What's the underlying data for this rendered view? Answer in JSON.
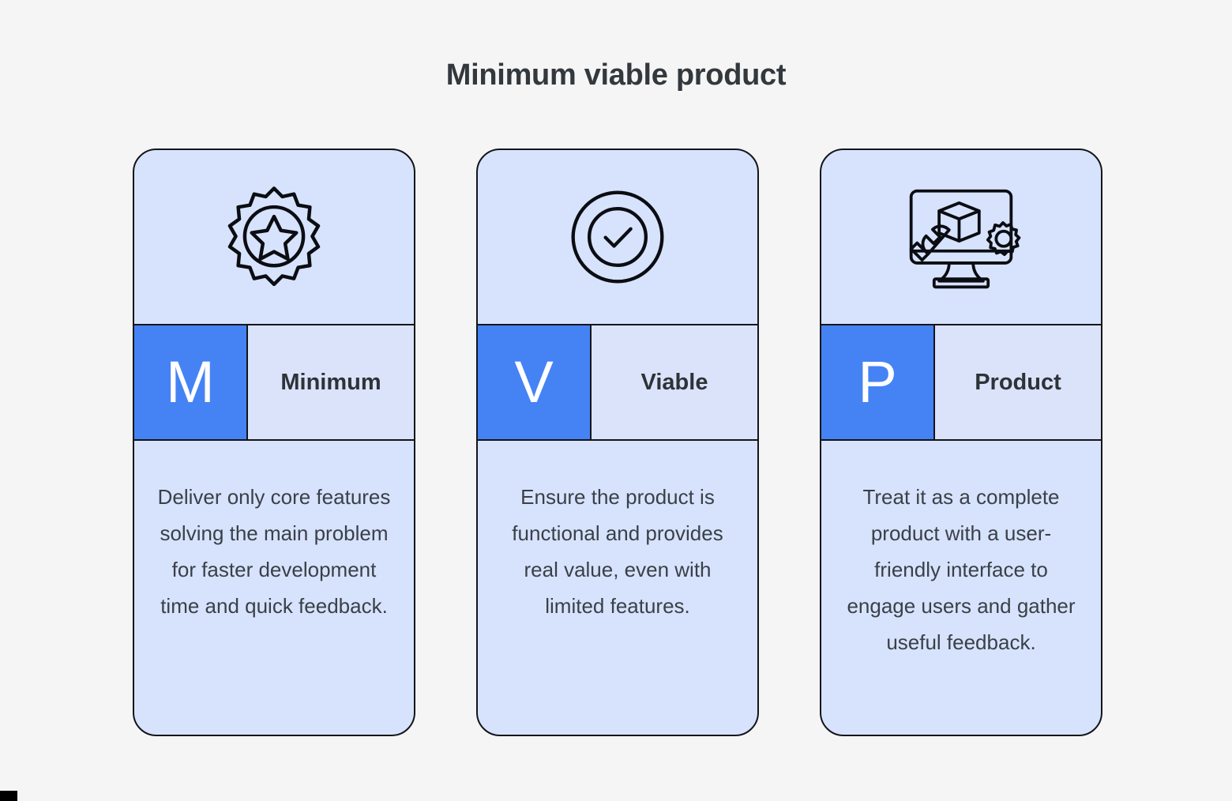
{
  "page": {
    "title": "Minimum viable product",
    "background_color": "#f5f5f5",
    "title_color": "#33383d"
  },
  "theme": {
    "card_background": "#d7e3fd",
    "label_background": "#dbe3fa",
    "accent_blue": "#4583f5",
    "letter_color": "#ffffff",
    "border_color": "#13151a",
    "body_text_color": "#3a4048"
  },
  "cards": [
    {
      "icon": "gear-star-icon",
      "letter": "M",
      "label": "Minimum",
      "description": "Deliver only core features solving the main problem for faster development time and quick feedback."
    },
    {
      "icon": "check-circle-icon",
      "letter": "V",
      "label": "Viable",
      "description": "Ensure the product is functional and provides real value, even with limited features."
    },
    {
      "icon": "monitor-cube-wrench-gear-icon",
      "letter": "P",
      "label": "Product",
      "description": "Treat it as a complete product with a user-friendly interface to engage users and gather useful feedback."
    }
  ]
}
